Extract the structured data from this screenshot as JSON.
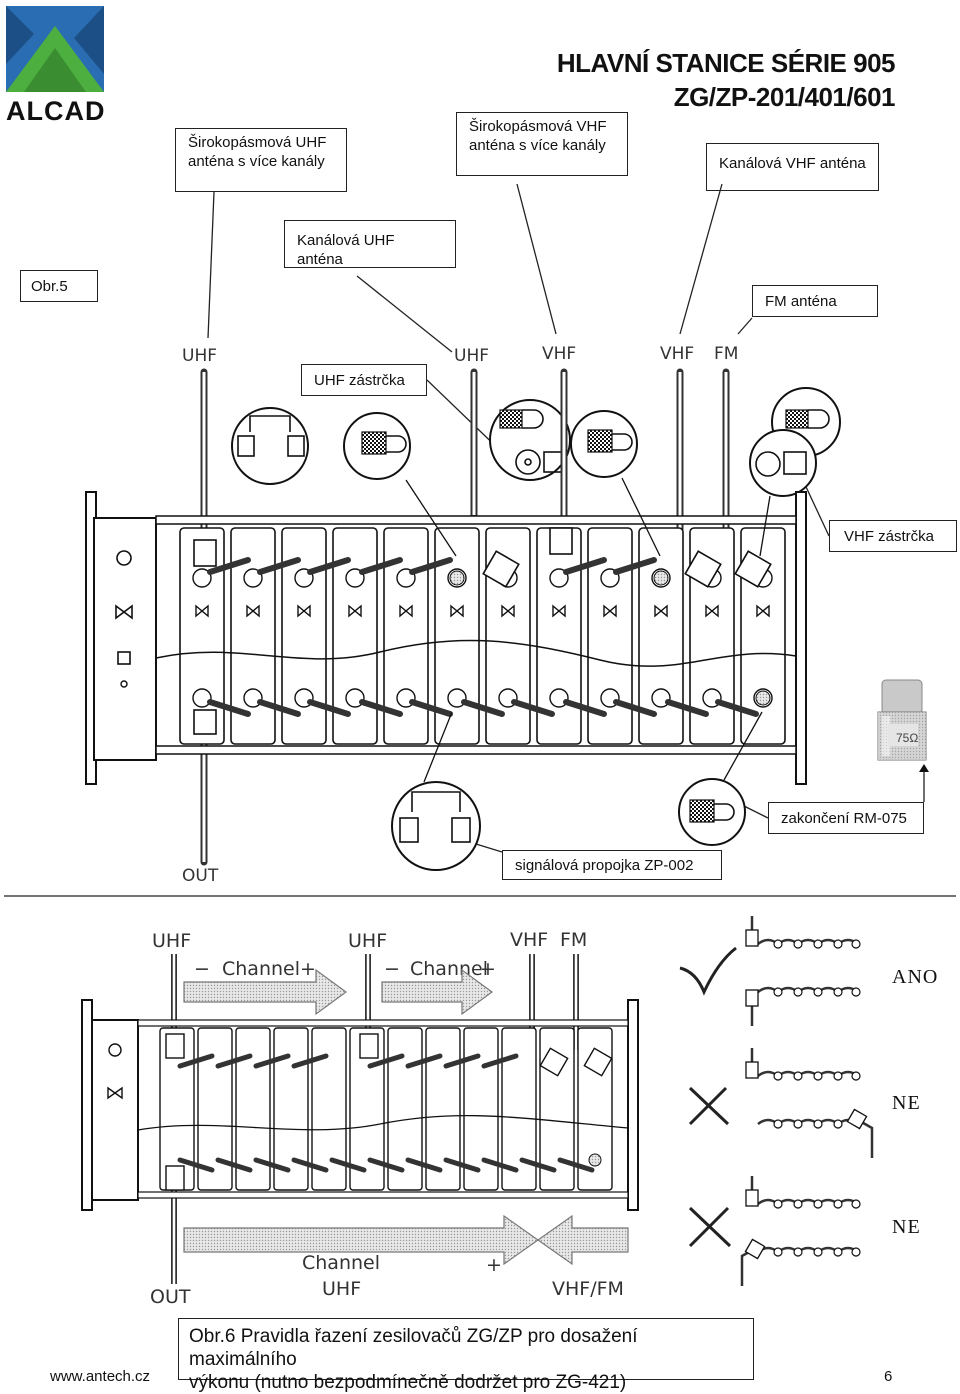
{
  "brand": {
    "name": "ALCAD"
  },
  "header": {
    "title_line1": "HLAVNÍ STANICE SÉRIE 905",
    "title_line2": "ZG/ZP-201/401/601"
  },
  "fig5": {
    "label": "Obr.5",
    "callouts": {
      "uhf_wideband": "Širokopásmová  UHF anténa s více kanály",
      "vhf_wideband": "Širokopásmová  VHF anténa s více kanály",
      "vhf_channel": "Kanálová VHF anténa",
      "uhf_channel": "Kanálová UHF anténa",
      "fm": "FM anténa",
      "uhf_plug": "UHF zástrčka",
      "vhf_plug": "VHF zástrčka",
      "termination": "zakončení RM-075",
      "jumper": "signálová propojka ZP-002"
    },
    "inputs": [
      "UHF",
      "UHF",
      "VHF",
      "VHF",
      "FM"
    ],
    "output": "OUT",
    "terminator_marking": "75Ω"
  },
  "fig6": {
    "inputs": [
      "UHF",
      "UHF",
      "VHF",
      "FM"
    ],
    "output": "OUT",
    "channel_word": "Channel",
    "minus": "−",
    "plus": "+",
    "bottom_uhf": "UHF",
    "bottom_vhf_fm": "VHF/FM",
    "verdicts": [
      "ANO",
      "NE",
      "NE"
    ],
    "caption_line1": "Obr.6  Pravidla řazení zesilovačů ZG/ZP pro dosažení maximálního",
    "caption_line2": "výkonu (nutno bezpodmínečně dodržet pro ZG-421)"
  },
  "footer": {
    "website": "www.antech.cz",
    "page_number": "6"
  },
  "colors": {
    "logo_blue": "#2a6db3",
    "logo_green": "#4caf3f",
    "ink": "#111111",
    "gray": "#9a9a9a"
  }
}
